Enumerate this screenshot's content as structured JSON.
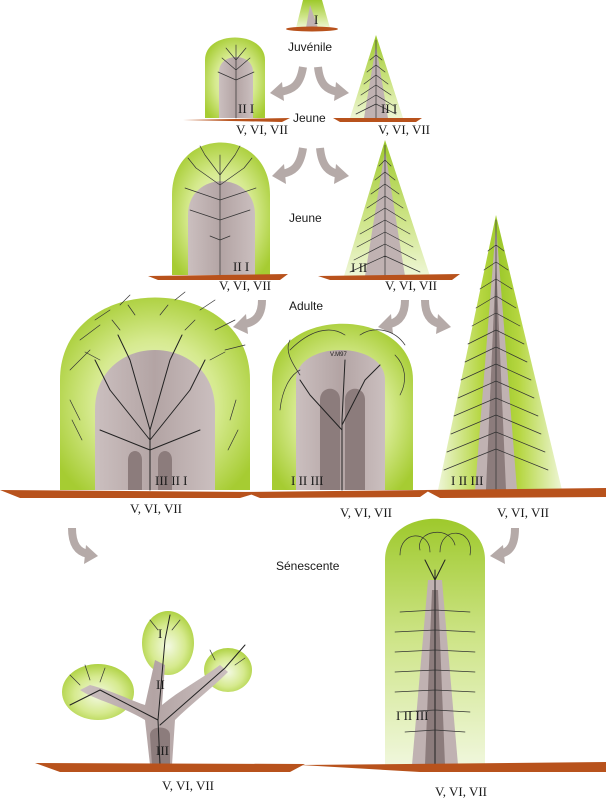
{
  "stages": {
    "juvenile": "Juvénile",
    "jeune_1": "Jeune",
    "jeune_2": "Jeune",
    "adulte": "Adulte",
    "senescente": "Sénescente"
  },
  "labels": {
    "i": "I",
    "ii_i": "II I",
    "i_ii": "I II",
    "iii_ii_i": "III II I",
    "i_ii_iii": "I II III",
    "i_ii_iii_close": "I II III",
    "i_ii_iii_stack": "I II III",
    "iii": "III",
    "ii": "II",
    "i_top": "I",
    "tree_code": "V.M97",
    "roots": "V, VI, VII"
  },
  "colors": {
    "crown_green": "#a9cf3a",
    "crown_light": "#e9f4c8",
    "trunk_gray": "#c0b2b2",
    "trunk_dark": "#8c7c7c",
    "ground": "#b8521c",
    "arrow": "#b5aaa8"
  }
}
